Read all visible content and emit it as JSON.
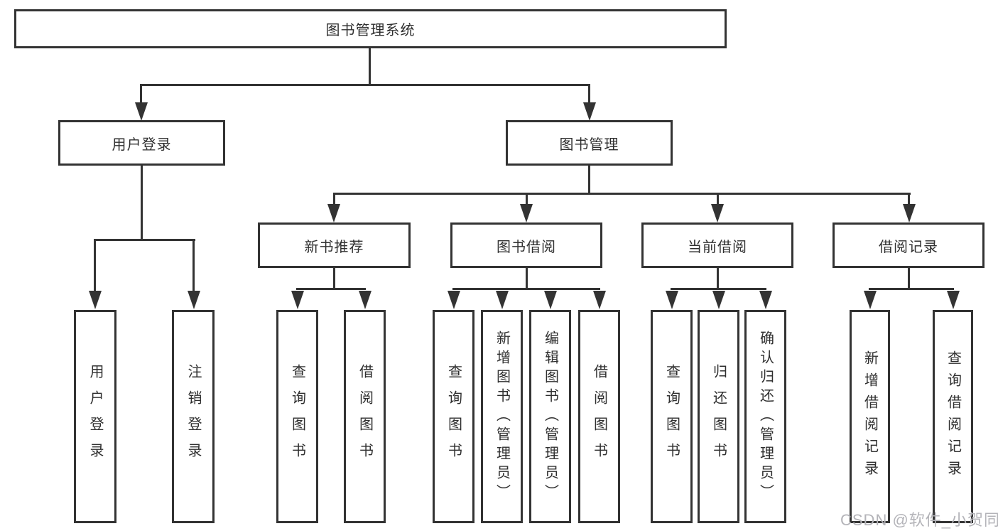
{
  "colors": {
    "line": "#333333",
    "text": "#2f2f2f",
    "watermark": "#b4b4b9",
    "background": "#ffffff"
  },
  "watermark": {
    "text": "CSDN @软件_小贺同学"
  },
  "tree": {
    "label": "图书管理系统",
    "children": [
      {
        "label": "用户登录",
        "children": [
          {
            "label": "用户登录"
          },
          {
            "label": "注销登录"
          }
        ]
      },
      {
        "label": "图书管理",
        "children": [
          {
            "label": "新书推荐",
            "children": [
              {
                "label": "查询图书"
              },
              {
                "label": "借阅图书"
              }
            ]
          },
          {
            "label": "图书借阅",
            "children": [
              {
                "label": "查询图书"
              },
              {
                "label": "新增图书（管理员）"
              },
              {
                "label": "编辑图书（管理员）"
              },
              {
                "label": "借阅图书"
              }
            ]
          },
          {
            "label": "当前借阅",
            "children": [
              {
                "label": "查询图书"
              },
              {
                "label": "归还图书"
              },
              {
                "label": "确认归还（管理员）"
              }
            ]
          },
          {
            "label": "借阅记录",
            "children": [
              {
                "label": "新增借阅记录"
              },
              {
                "label": "查询借阅记录"
              }
            ]
          }
        ]
      }
    ]
  }
}
